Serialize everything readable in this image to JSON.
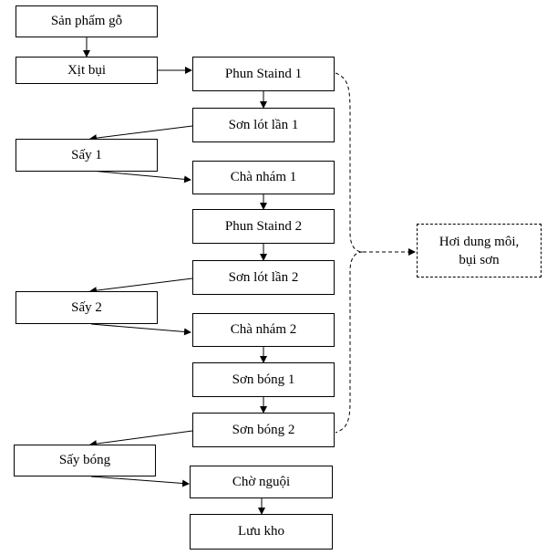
{
  "diagram": {
    "boxes": {
      "san_pham_go": "Sản phẩm gỗ",
      "xit_bui": "Xịt bụi",
      "phun_staind_1": "Phun Staind 1",
      "son_lot_1": "Sơn lót lần 1",
      "say_1": "Sấy 1",
      "cha_nham_1": "Chà nhám 1",
      "phun_staind_2": "Phun Staind 2",
      "son_lot_2": "Sơn lót lần 2",
      "say_2": "Sấy 2",
      "cha_nham_2": "Chà nhám 2",
      "son_bong_1": "Sơn bóng 1",
      "son_bong_2": "Sơn bóng 2",
      "say_bong": "Sấy bóng",
      "cho_nguoi": "Chờ nguội",
      "luu_kho": "Lưu kho",
      "hoi_dung_moi": "Hơi dung môi,\nbụi sơn"
    }
  }
}
